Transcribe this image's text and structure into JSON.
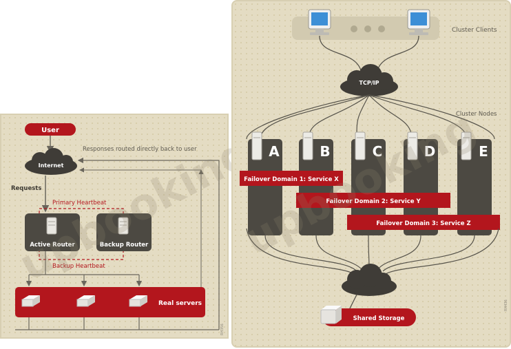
{
  "left_diagram": {
    "user_label": "User",
    "internet_label": "Internet",
    "responses_label": "Responses routed directly back to user",
    "requests_label": "Requests",
    "primary_heartbeat_label": "Primary Heartbeat",
    "backup_heartbeat_label": "Backup Heartbeat",
    "active_router_label": "Active Router",
    "backup_router_label": "Backup Router",
    "real_servers_label": "Real servers",
    "corner_code": "RH356"
  },
  "right_diagram": {
    "cluster_clients_label": "Cluster Clients",
    "tcpip_label": "TCP/IP",
    "cluster_nodes_label": "Cluster Nodes",
    "nodes": [
      "A",
      "B",
      "C",
      "D",
      "E"
    ],
    "failover_domains": [
      "Failover Domain 1: Service X",
      "Failover Domain 2: Service Y",
      "Failover Domain 3: Service Z"
    ],
    "shared_storage_label": "Shared Storage",
    "corner_code": "RH436"
  },
  "watermark_text": "upbooking",
  "colors": {
    "panel_bg": "#e4dcc3",
    "accent_red": "#b3161d",
    "dark_box": "#4c4942",
    "cloud": "#3f3c37",
    "heartbeat_red": "#b3161d"
  }
}
